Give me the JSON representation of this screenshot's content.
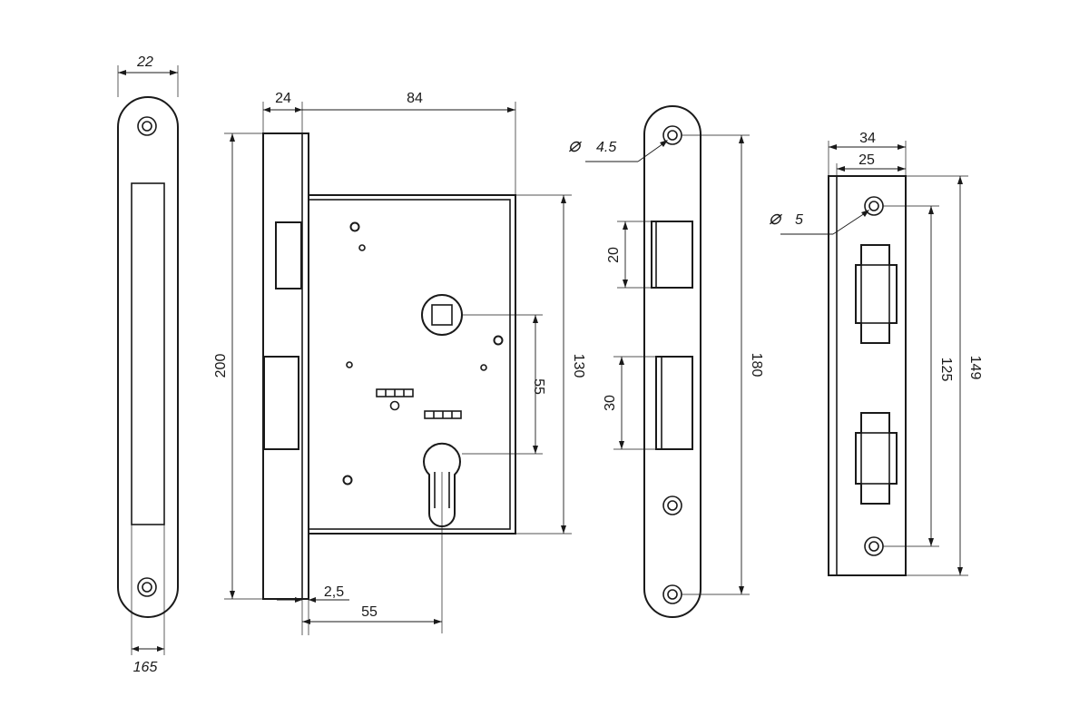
{
  "views": {
    "faceplate_side": {
      "dim_width": "22",
      "dim_bottom": "165"
    },
    "lock_body": {
      "dim_top_left": "24",
      "dim_top_right": "84",
      "dim_height": "200",
      "dim_case_height": "130",
      "dim_center": "55",
      "dim_offset": "2,5",
      "dim_backset": "55"
    },
    "faceplate_front": {
      "dim_hole": "4.5",
      "dim_latch": "20",
      "dim_bolt": "30",
      "dim_height": "180"
    },
    "strike_plate": {
      "dim_outer_width": "34",
      "dim_inner_width": "25",
      "dim_hole": "5",
      "dim_hole_spacing": "125",
      "dim_height": "149"
    }
  },
  "symbols": {
    "diameter": "⌀"
  }
}
